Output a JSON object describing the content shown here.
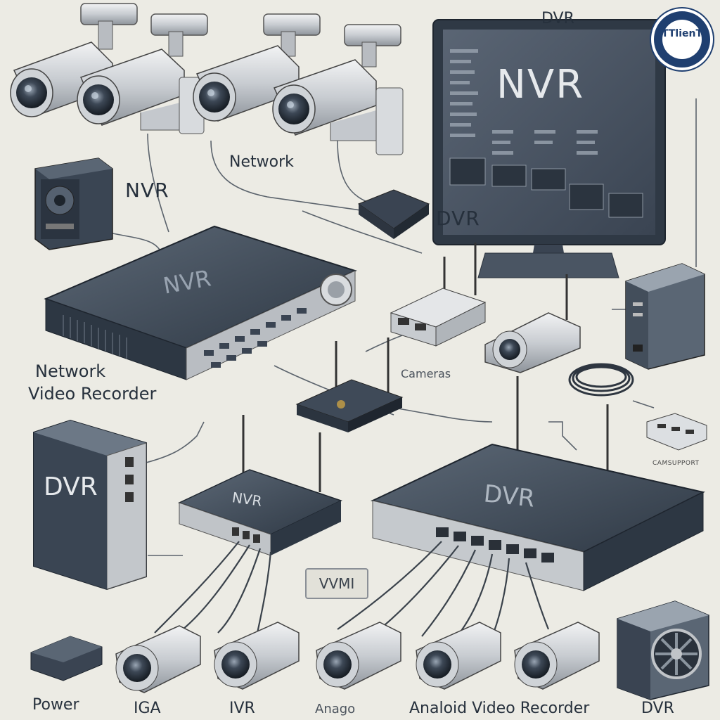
{
  "logo": {
    "text": "TTlienT"
  },
  "labels": {
    "top_dvr": "DVR",
    "monitor_nvr": "NVR",
    "network": "Network",
    "nvr_left": "NVR",
    "dvr_mid": "DVR",
    "nvr_device": "NVR",
    "network_video_recorder_1": "Network",
    "network_video_recorder_2": "Video Recorder",
    "cameras": "Cameras",
    "dvr_tower": "DVR",
    "nvr_router": "NVR",
    "dvr_switch": "DVR",
    "vvmi": "VVMI",
    "small_tag": "CAMSUPPORT",
    "power": "Power",
    "iga": "IGA",
    "ivr": "IVR",
    "anago": "Anago",
    "analog_video_recorder": "Analoid Video Recorder",
    "dvr_bottom": "DVR"
  },
  "colors": {
    "background": "#ecebe4",
    "device_dark": "#3b4654",
    "device_mid": "#5a6674",
    "metal": "#c9ccd0",
    "logo_blue": "#1f3f70",
    "screen": "#4a5563"
  }
}
